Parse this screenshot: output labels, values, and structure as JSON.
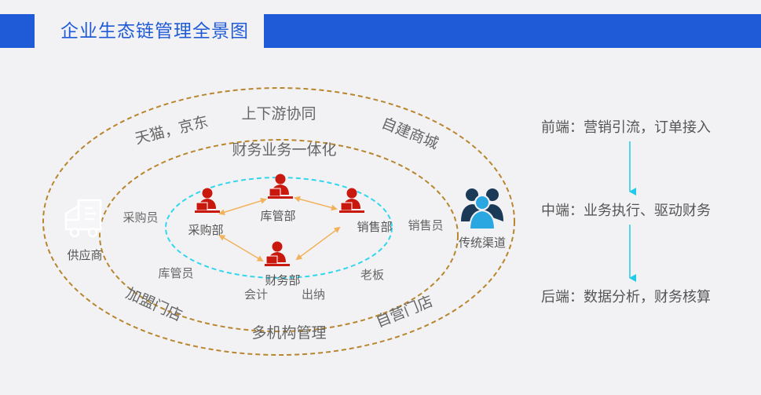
{
  "header": {
    "title": "企业生态链管理全景图"
  },
  "outer_ring": {
    "top": "上下游协同",
    "top_left": "天猫，京东",
    "top_right": "自建商城",
    "bottom_left": "加盟门店",
    "bottom_right": "自营门店",
    "bottom": "多机构管理"
  },
  "middle_ring": {
    "top": "财务业务一体化"
  },
  "departments": {
    "purchasing": "采购部",
    "warehouse": "库管部",
    "sales": "销售部",
    "finance": "财务部"
  },
  "roles": {
    "buyer": "采购员",
    "warehouse_keeper": "库管员",
    "salesperson": "销售员",
    "boss": "老板",
    "accountant": "会计",
    "cashier": "出纳"
  },
  "external": {
    "supplier": "供应商",
    "traditional_channel": "传统渠道"
  },
  "flow": {
    "front": "前端：营销引流，订单接入",
    "middle": "中端：业务执行、驱动财务",
    "back": "后端：数据分析，财务核算"
  },
  "colors": {
    "brand_blue": "#1f5bd6",
    "ring_gold": "#b8862e",
    "inner_ring_cyan": "#33d6ef",
    "person_red": "#c9190f",
    "arrow_orange": "#f2b25c",
    "flow_arrow_cyan": "#1fcbe8",
    "text_gray": "#666666"
  }
}
